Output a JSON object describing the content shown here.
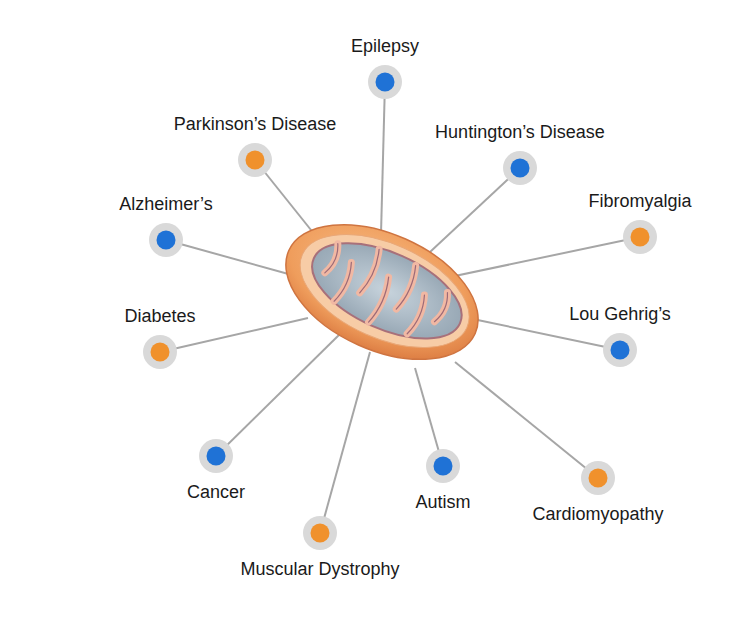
{
  "diagram": {
    "nodes": [
      {
        "text": [
          "Epilepsy"
        ]
      },
      {
        "text": [
          "Parkinson’s Disease"
        ]
      },
      {
        "text": [
          "Huntington’s Disease"
        ]
      },
      {
        "text": [
          "Alzheimer’s"
        ]
      },
      {
        "text": [
          "Fibromyalgia"
        ]
      },
      {
        "text": [
          "Diabetes"
        ]
      },
      {
        "text": [
          "Lou Gehrig’s"
        ]
      },
      {
        "text": [
          "Cancer"
        ]
      },
      {
        "text": [
          "Autism"
        ]
      },
      {
        "text": [
          "Cardiomyopathy"
        ]
      },
      {
        "text": [
          "Muscular Dystrophy"
        ]
      }
    ]
  }
}
